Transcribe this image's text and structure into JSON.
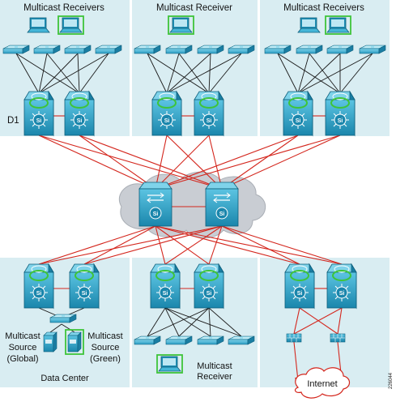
{
  "labels": {
    "top_left": "Multicast Receivers",
    "top_middle": "Multicast Receiver",
    "top_right": "Multicast Receivers",
    "d1": "D1",
    "source_global": [
      "Multicast",
      "Source",
      "(Global)"
    ],
    "source_green": [
      "Multicast",
      "Source",
      "(Green)"
    ],
    "data_center": "Data Center",
    "receiver_bottom": [
      "Multicast",
      "Receiver"
    ],
    "internet": "Internet",
    "figure_id": "226044"
  },
  "colors": {
    "panel": "#d9edf2",
    "device": "#1f8fb4",
    "device_light": "#45b6d8",
    "red_link": "#d4261d",
    "black_link": "#1a1a1a",
    "green_vrf": "#3ec43a",
    "cloud": "#c9cdd3"
  },
  "icons": {
    "core_switch": "catalyst-switch-icon",
    "layer3_switch": "layer3-switch-icon",
    "access_switch": "workgroup-switch-icon",
    "laptop": "laptop-icon",
    "server": "server-icon",
    "firewall": "firewall-icon",
    "cloud": "internet-cloud-icon"
  }
}
